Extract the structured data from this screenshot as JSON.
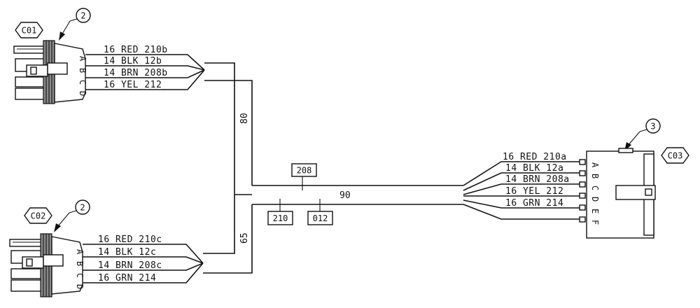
{
  "connectors": {
    "c01": {
      "id": "C01",
      "callout": "2",
      "pins": [
        "A",
        "B",
        "C",
        "D"
      ],
      "wires": [
        "16 RED 210b",
        "14 BLK 12b",
        "14 BRN 208b",
        "16 YEL 212"
      ]
    },
    "c02": {
      "id": "C02",
      "callout": "2",
      "pins": [
        "A",
        "B",
        "C",
        "D"
      ],
      "wires": [
        "16 RED 210c",
        "14 BLK 12c",
        "14 BRN 208c",
        "16 GRN 214"
      ]
    },
    "c03": {
      "id": "C03",
      "callout": "3",
      "pins": [
        "A",
        "B",
        "C",
        "D",
        "E",
        "F"
      ],
      "wires": [
        "16 RED 210a",
        "14 BLK 12a",
        "14 BRN 208a",
        "16 YEL 212",
        "16 GRN 214"
      ]
    }
  },
  "lengths": {
    "branch_c01": "80",
    "branch_c02": "65",
    "trunk": "90"
  },
  "splices": {
    "top": "208",
    "bottom_left": "210",
    "bottom_right": "012"
  }
}
